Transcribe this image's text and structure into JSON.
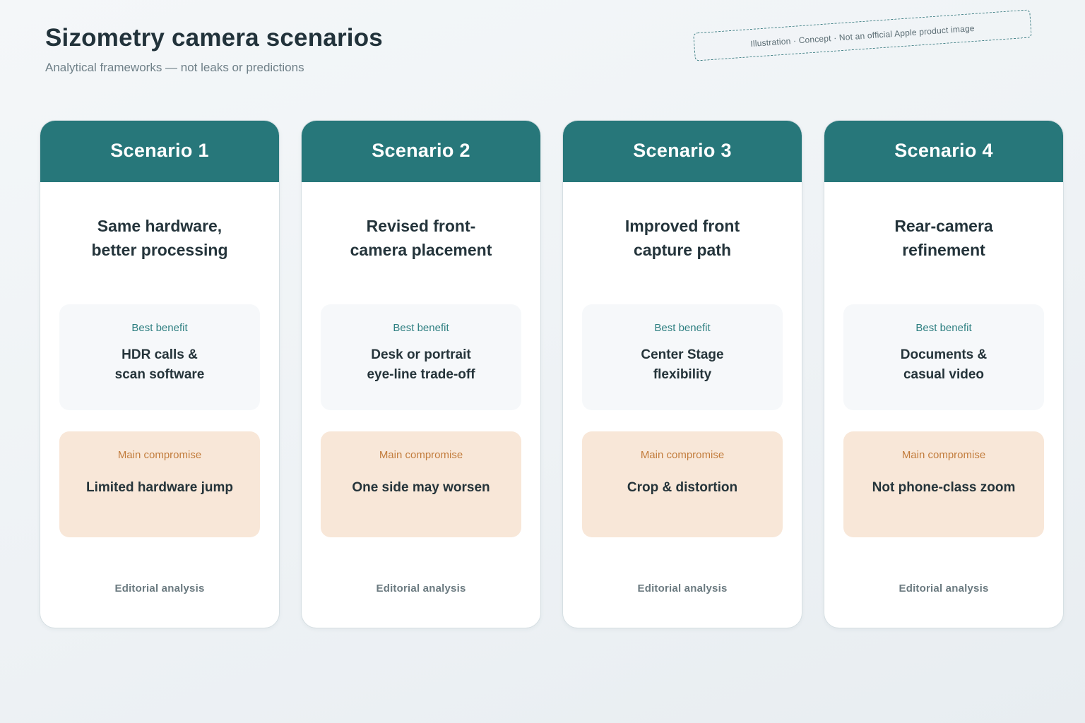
{
  "header": {
    "title": "Sizometry camera scenarios",
    "subtitle": "Analytical frameworks — not leaks or predictions",
    "disclaimer": "Illustration · Concept · Not an official Apple product image"
  },
  "colors": {
    "header_teal": "#27777a",
    "benefit_bg": "#f6f8fa",
    "benefit_label": "#2e7f81",
    "compromise_bg": "#f8e7d8",
    "compromise_label": "#c27c3c"
  },
  "scenarios": [
    {
      "name": "Scenario 1",
      "headline": "Same hardware,\nbetter processing",
      "benefit_label": "Best benefit",
      "benefit": "HDR calls &\nscan software",
      "compromise_label": "Main compromise",
      "compromise": "Limited hardware jump",
      "footer": "Editorial analysis"
    },
    {
      "name": "Scenario 2",
      "headline": "Revised front-\ncamera placement",
      "benefit_label": "Best benefit",
      "benefit": "Desk or portrait\neye-line trade-off",
      "compromise_label": "Main compromise",
      "compromise": "One side may worsen",
      "footer": "Editorial analysis"
    },
    {
      "name": "Scenario 3",
      "headline": "Improved front\ncapture path",
      "benefit_label": "Best benefit",
      "benefit": "Center Stage\nflexibility",
      "compromise_label": "Main compromise",
      "compromise": "Crop & distortion",
      "footer": "Editorial analysis"
    },
    {
      "name": "Scenario 4",
      "headline": "Rear-camera\nrefinement",
      "benefit_label": "Best benefit",
      "benefit": "Documents &\ncasual video",
      "compromise_label": "Main compromise",
      "compromise": "Not phone-class zoom",
      "footer": "Editorial analysis"
    }
  ]
}
